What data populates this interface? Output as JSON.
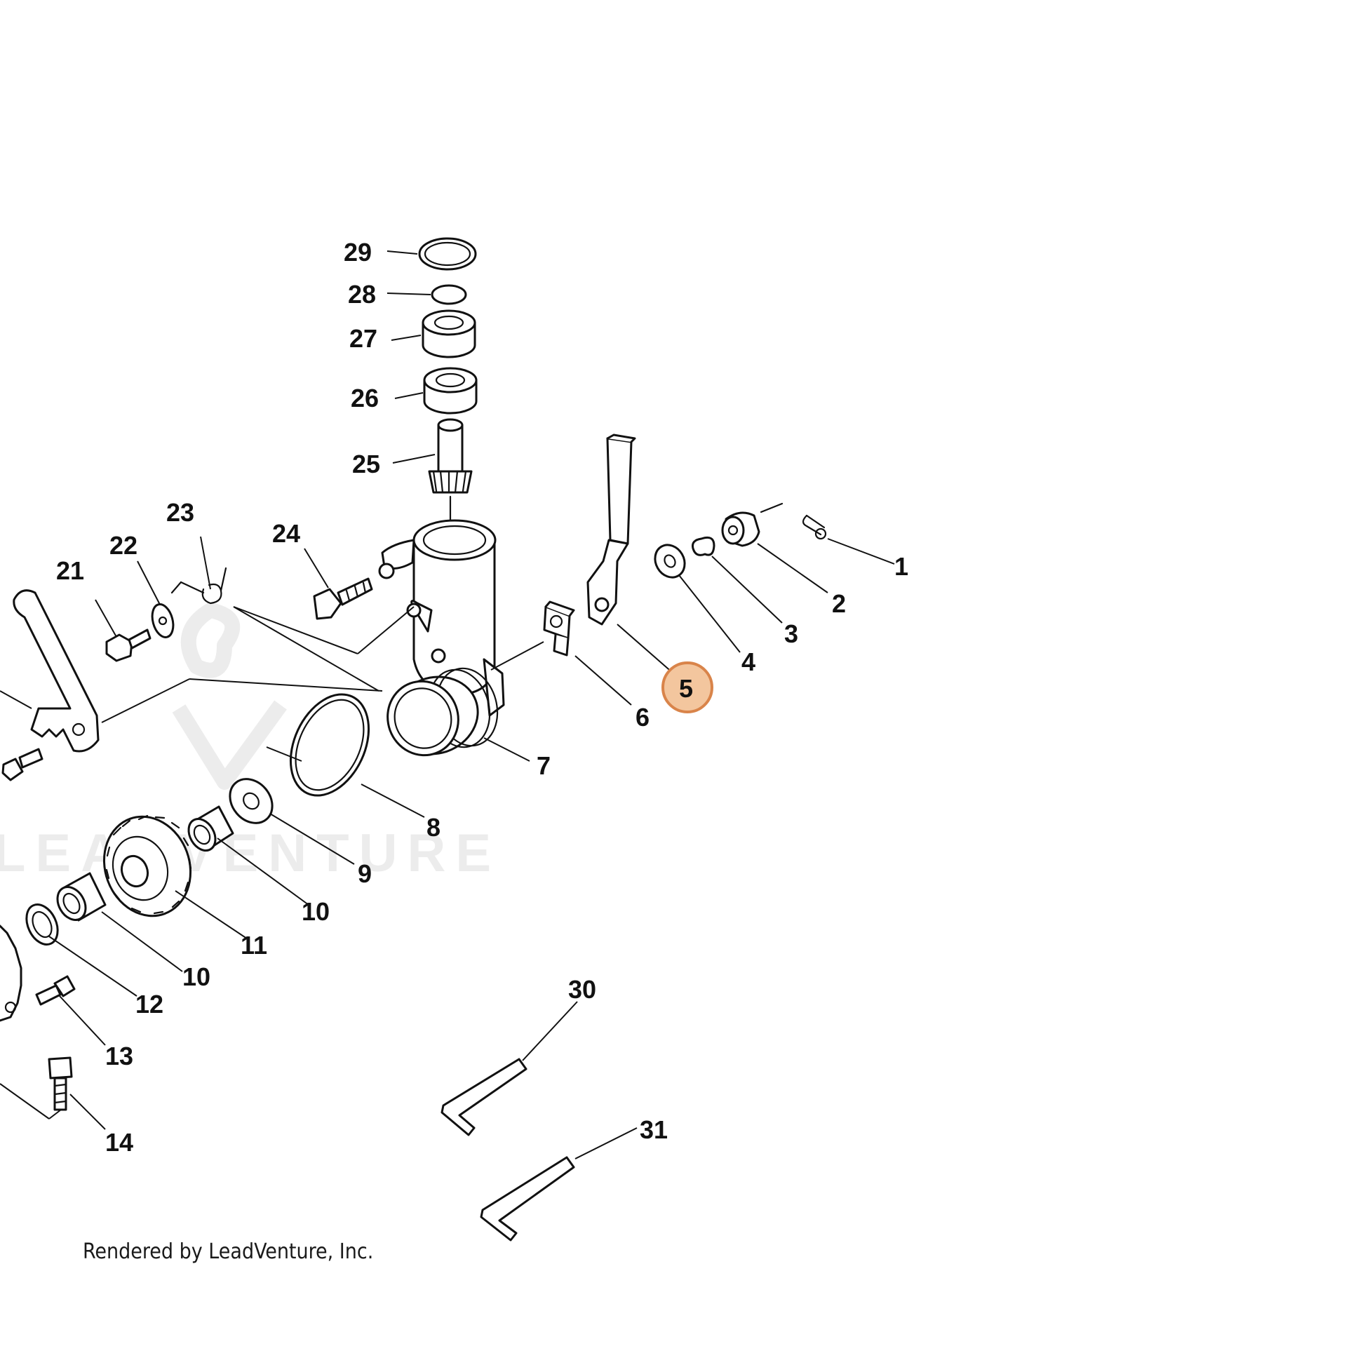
{
  "diagram": {
    "watermark_text": "LEADVENTURE",
    "credit": "Rendered by LeadVenture, Inc.",
    "highlight": {
      "callout": "5",
      "fill": "#f3c69e",
      "stroke": "#d9844a"
    },
    "callouts": [
      "1",
      "2",
      "3",
      "4",
      "5",
      "6",
      "7",
      "8",
      "9",
      "10",
      "10",
      "11",
      "12",
      "13",
      "14",
      "21",
      "22",
      "23",
      "24",
      "25",
      "26",
      "27",
      "28",
      "29",
      "30",
      "31"
    ]
  }
}
